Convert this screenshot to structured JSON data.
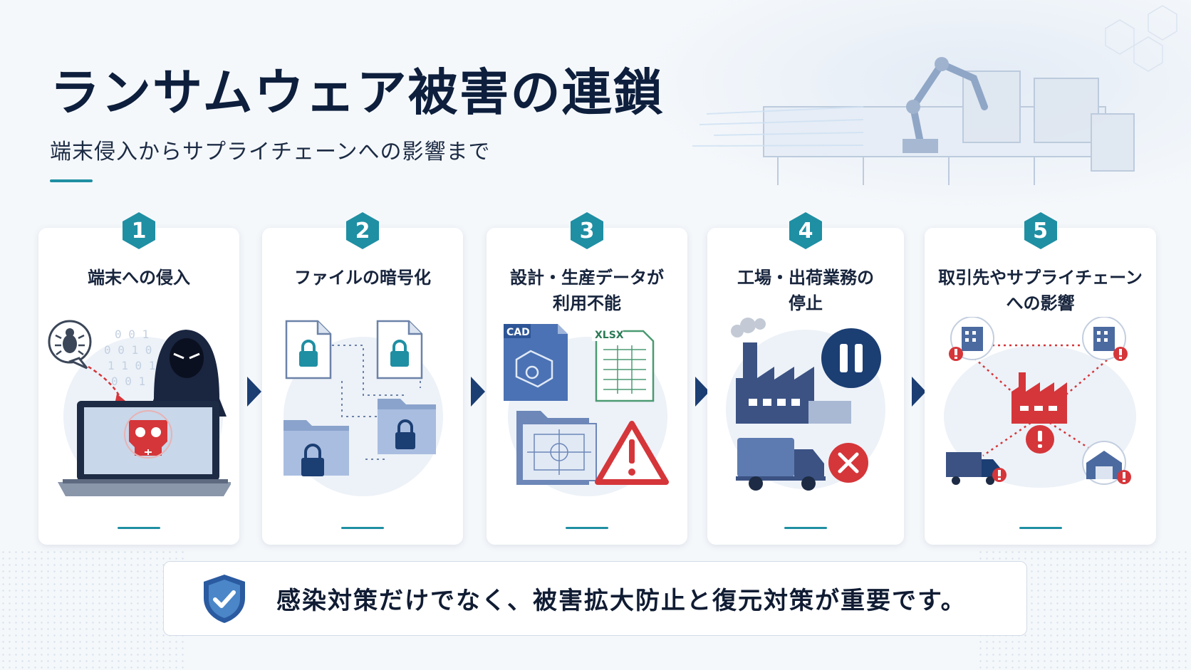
{
  "header": {
    "title": "ランサムウェア被害の連鎖",
    "subtitle": "端末侵入からサプライチェーンへの影響まで"
  },
  "steps": [
    {
      "number": "1",
      "title": "端末への侵入",
      "icons": [
        "bug-icon",
        "hacker-icon",
        "laptop-icon",
        "skull-icon",
        "binary-code-icon"
      ]
    },
    {
      "number": "2",
      "title": "ファイルの暗号化",
      "icons": [
        "locked-file-icon",
        "locked-folder-icon"
      ]
    },
    {
      "number": "3",
      "title": "設計・生産データが\n利用不能",
      "labels": [
        "CAD",
        "XLSX"
      ],
      "icons": [
        "cad-file-icon",
        "spreadsheet-icon",
        "blueprint-folder-icon",
        "warning-icon"
      ]
    },
    {
      "number": "4",
      "title": "工場・出荷業務の\n停止",
      "icons": [
        "factory-icon",
        "pause-icon",
        "truck-icon",
        "cross-icon"
      ]
    },
    {
      "number": "5",
      "title": "取引先やサプライチェーン\nへの影響",
      "icons": [
        "building-icon",
        "factory-icon",
        "truck-icon",
        "warehouse-icon",
        "alert-icon"
      ]
    }
  ],
  "footer": {
    "message": "感染対策だけでなく、被害拡大防止と復元対策が重要です。",
    "icon": "shield-check-icon"
  },
  "colors": {
    "accent": "#1f8fa3",
    "navy": "#1b3e73",
    "alert": "#d5363a",
    "icon_blue": "#5d7bb0"
  }
}
